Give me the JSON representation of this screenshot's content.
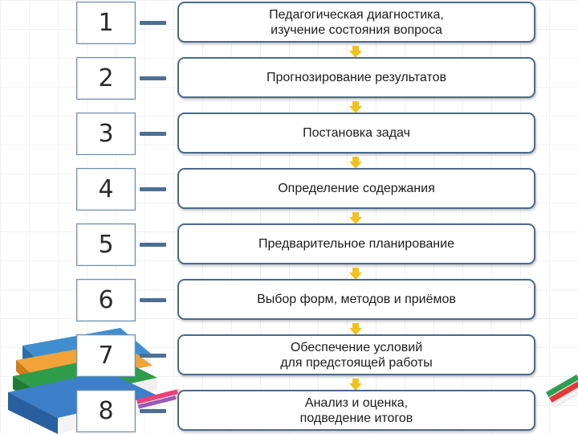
{
  "steps": [
    {
      "number": "1",
      "text": "Педагогическая диагностика,\nизучение состояния вопроса"
    },
    {
      "number": "2",
      "text": "Прогнозирование результатов"
    },
    {
      "number": "3",
      "text": "Постановка задач"
    },
    {
      "number": "4",
      "text": "Определение содержания"
    },
    {
      "number": "5",
      "text": "Предварительное планирование"
    },
    {
      "number": "6",
      "text": "Выбор форм, методов и приёмов"
    },
    {
      "number": "7",
      "text": "Обеспечение условий\nдля предстоящей работы"
    },
    {
      "number": "8",
      "text": "Анализ и оценка,\nподведение итогов"
    }
  ],
  "colors": {
    "box_border": "#4a6a8e",
    "connector": "#4d6f93",
    "arrow": "#f2c21b"
  },
  "icons": [
    "down-arrow-icon",
    "books-stack-icon",
    "pencils-icon"
  ]
}
